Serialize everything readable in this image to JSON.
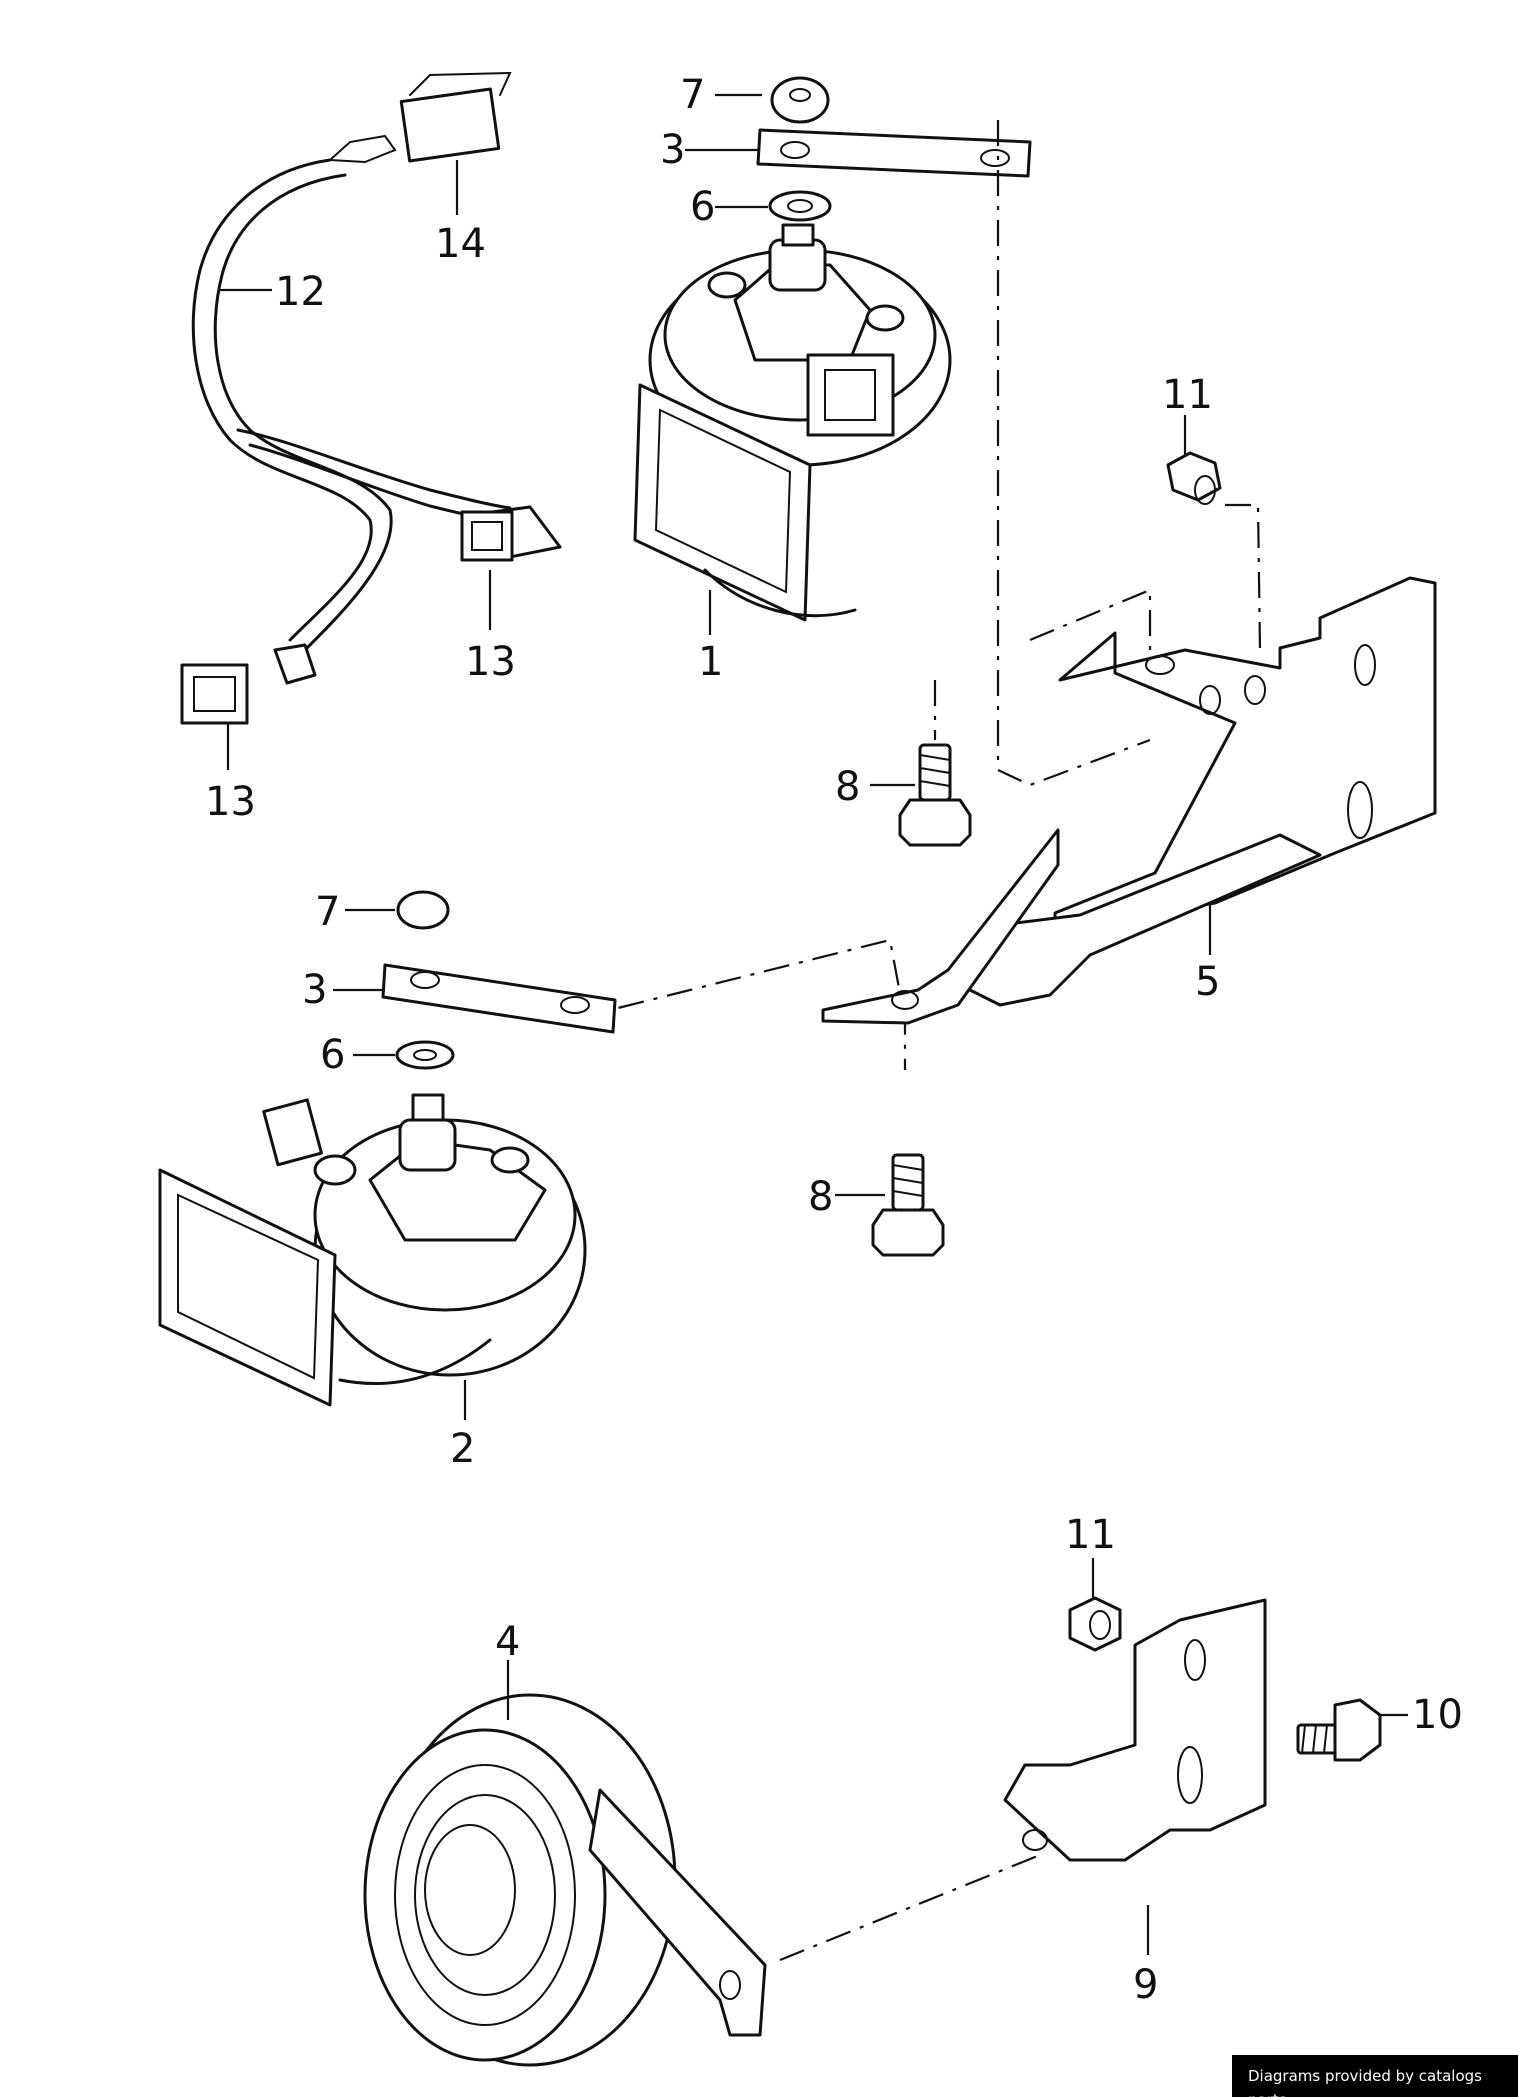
{
  "callouts": [
    {
      "id": "7a",
      "text": "7"
    },
    {
      "id": "3a",
      "text": "3"
    },
    {
      "id": "6a",
      "text": "6"
    },
    {
      "id": "12",
      "text": "12"
    },
    {
      "id": "14",
      "text": "14"
    },
    {
      "id": "13a",
      "text": "13"
    },
    {
      "id": "13b",
      "text": "13"
    },
    {
      "id": "1",
      "text": "1"
    },
    {
      "id": "11a",
      "text": "11"
    },
    {
      "id": "8a",
      "text": "8"
    },
    {
      "id": "7b",
      "text": "7"
    },
    {
      "id": "3b",
      "text": "3"
    },
    {
      "id": "6b",
      "text": "6"
    },
    {
      "id": "5",
      "text": "5"
    },
    {
      "id": "8b",
      "text": "8"
    },
    {
      "id": "2",
      "text": "2"
    },
    {
      "id": "11b",
      "text": "11"
    },
    {
      "id": "4",
      "text": "4"
    },
    {
      "id": "10",
      "text": "10"
    },
    {
      "id": "9",
      "text": "9"
    }
  ],
  "footer": {
    "credit": "Diagrams provided by catalogs parts"
  }
}
